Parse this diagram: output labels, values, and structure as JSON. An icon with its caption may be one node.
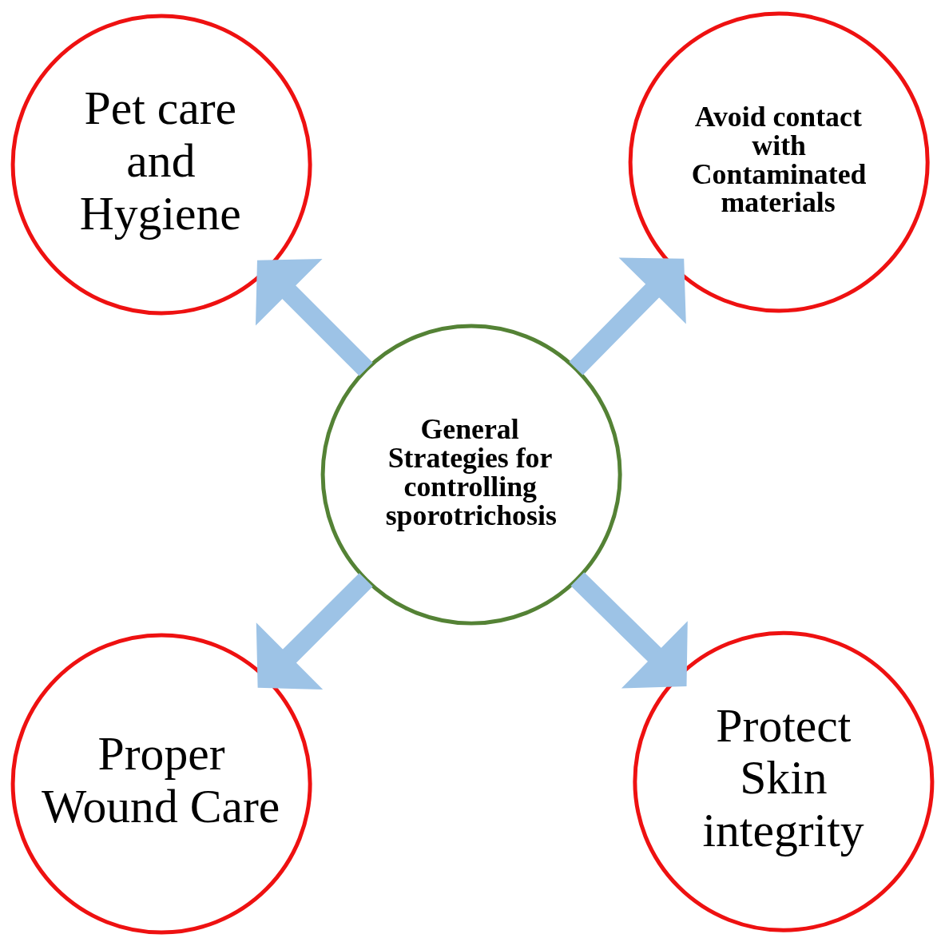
{
  "diagram": {
    "nodes": [
      {
        "text": [
          "Proper Wound Care"
        ]
      },
      {
        "text": [
          "Protect Skin integrity"
        ]
      },
      {
        "text": [
          "General Strategies for controlling sporotrichosis"
        ]
      },
      {
        "text": [
          "Pet care and Hygiene"
        ]
      },
      {
        "text": [
          "Avoid contact with Contaminated materials"
        ]
      }
    ],
    "edges": [
      {
        "from": 2,
        "to": 0,
        "arrow": "to"
      },
      {
        "from": 2,
        "to": 1,
        "arrow": "to"
      },
      {
        "from": 2,
        "to": 3,
        "arrow": "to"
      },
      {
        "from": 2,
        "to": 4,
        "arrow": "to"
      }
    ]
  }
}
